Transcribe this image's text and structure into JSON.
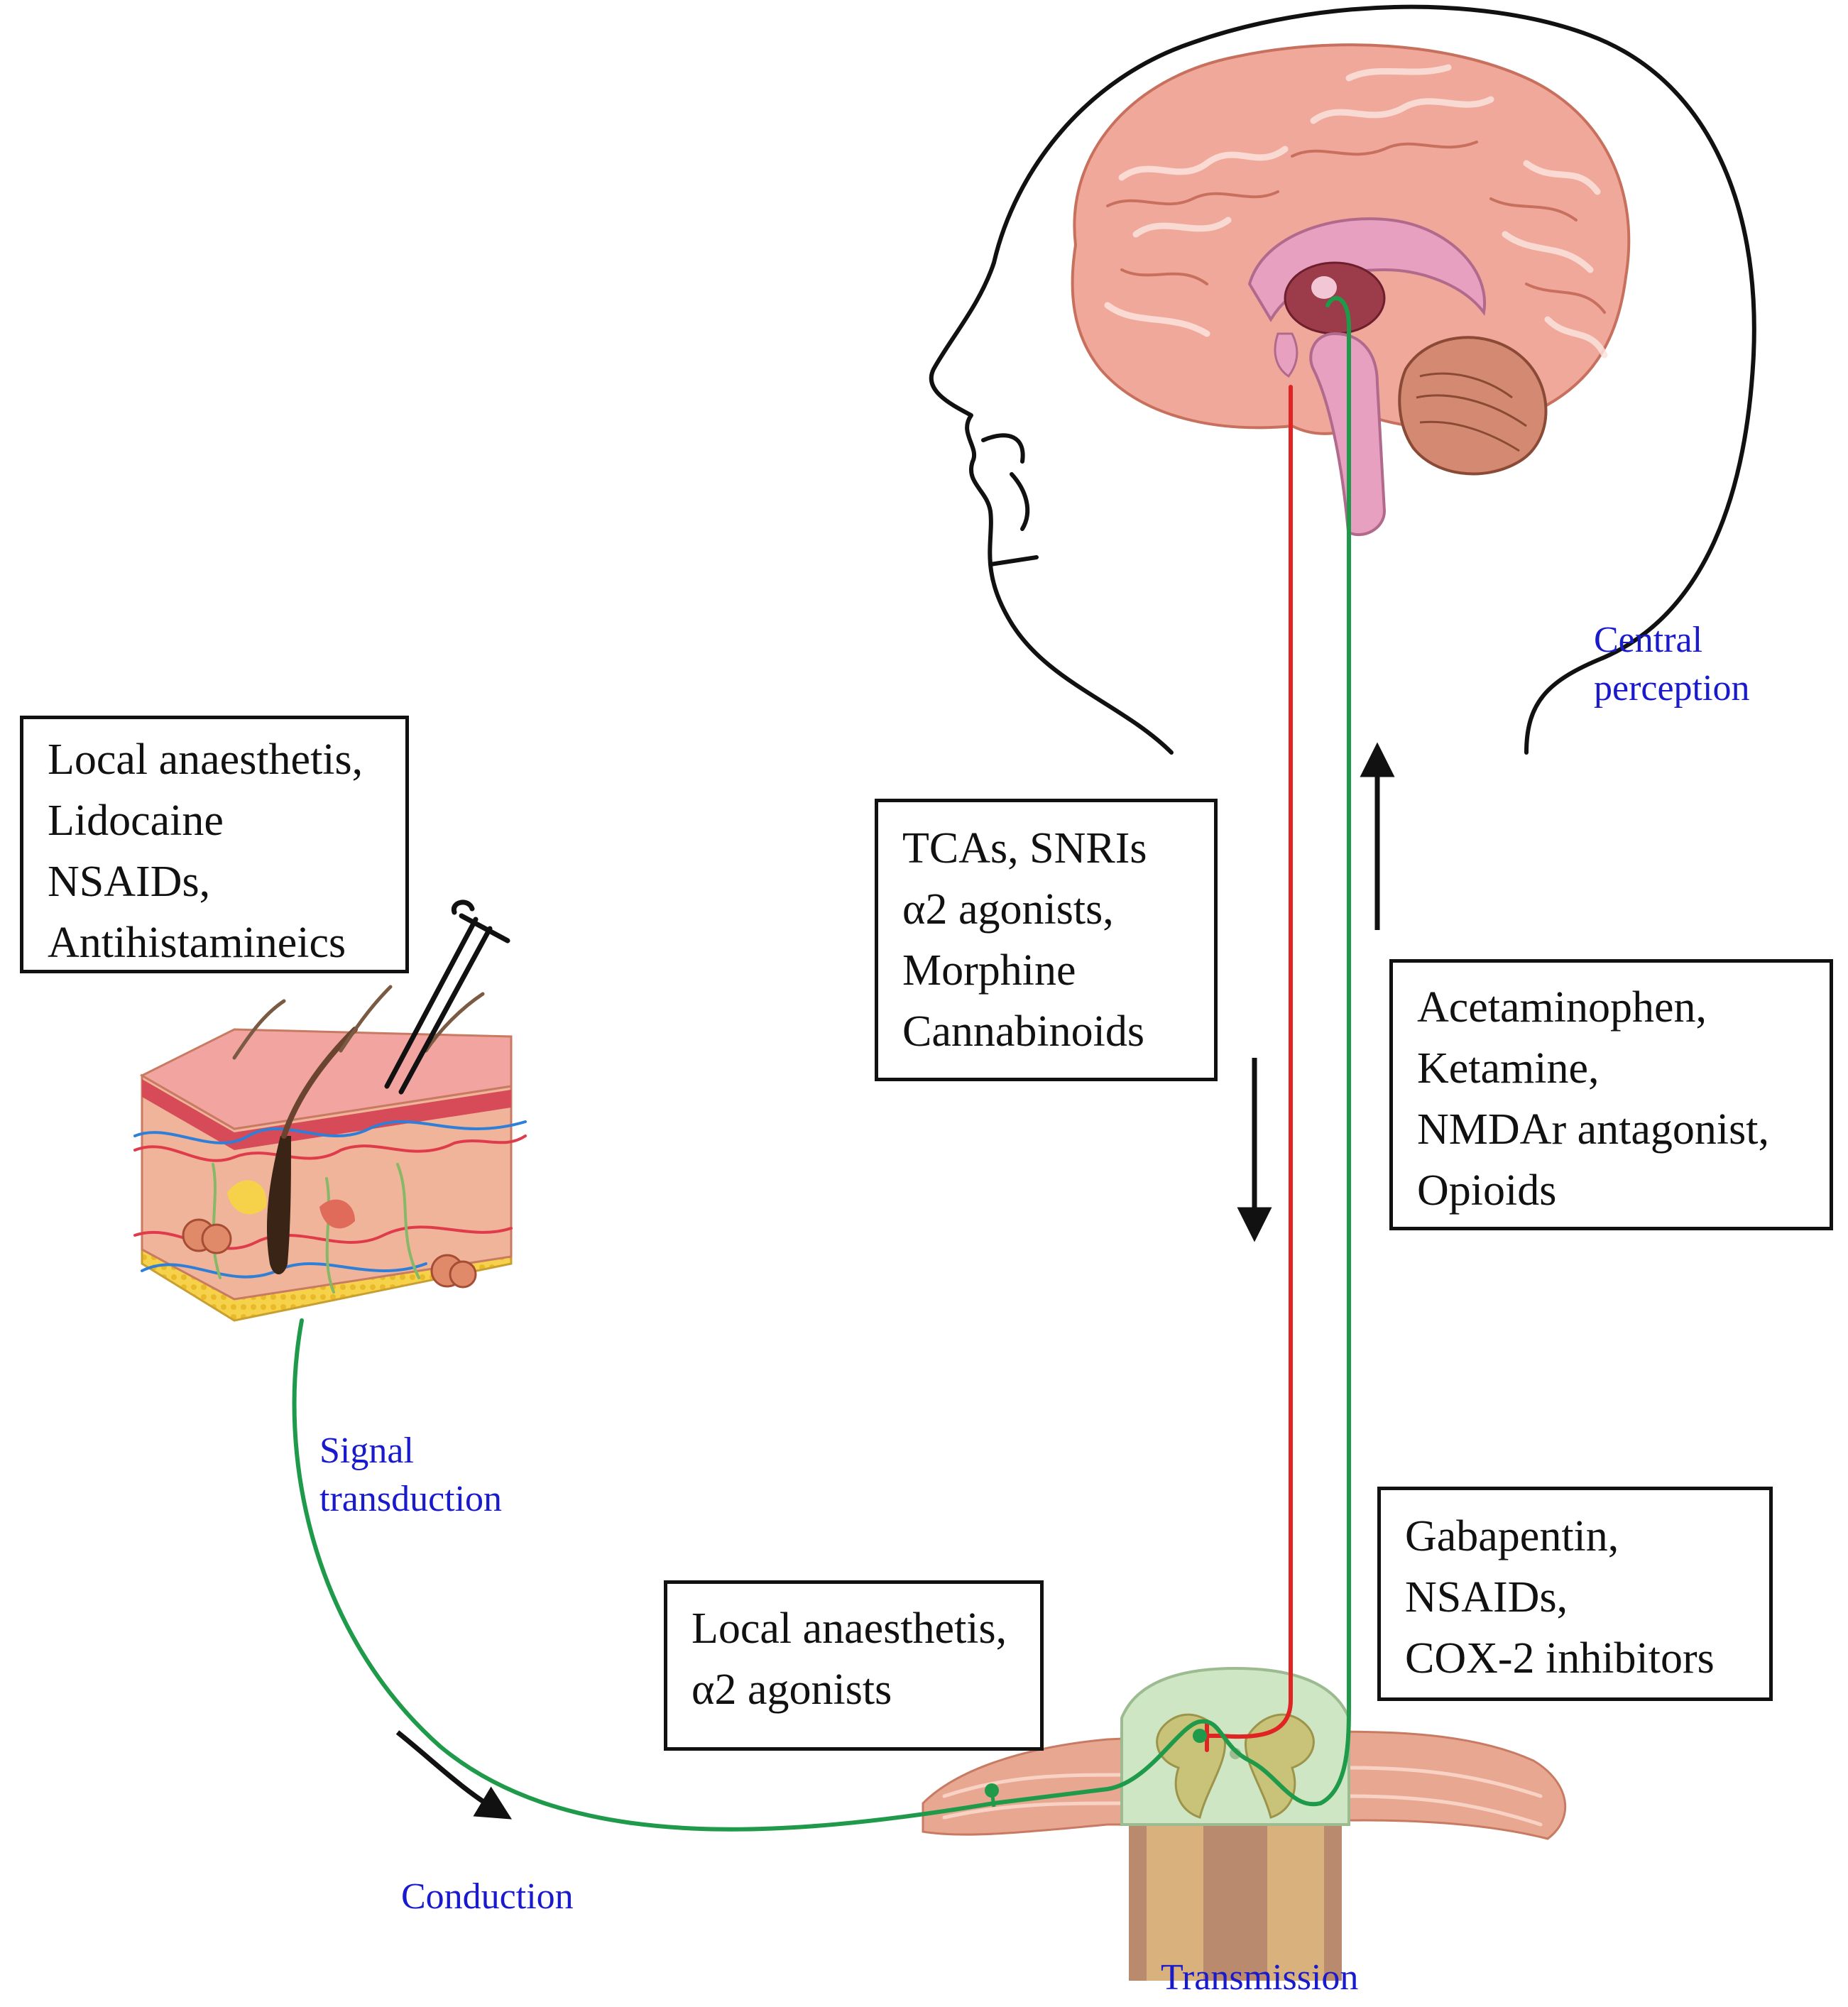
{
  "drug_boxes": {
    "peripheral": {
      "lines": [
        "Local anaesthetis,",
        "Lidocaine",
        "NSAIDs,",
        "Antihistamineics"
      ]
    },
    "descending": {
      "lines": [
        "TCAs, SNRIs",
        "α2 agonists,",
        "Morphine",
        "Cannabinoids"
      ]
    },
    "ascending": {
      "lines": [
        "Acetaminophen,",
        "Ketamine,",
        "NMDAr antagonist,",
        "Opioids"
      ]
    },
    "spinal": {
      "lines": [
        "Gabapentin,",
        "NSAIDs,",
        "COX-2 inhibitors"
      ]
    },
    "conduction": {
      "lines": [
        "Local anaesthetis,",
        "α2 agonists"
      ]
    }
  },
  "stages": {
    "central_perception": {
      "lines": [
        "Central",
        "perception"
      ]
    },
    "signal_transduction": {
      "lines": [
        "Signal",
        "transduction"
      ]
    },
    "conduction": {
      "lines": [
        "Conduction"
      ]
    },
    "transmission": {
      "lines": [
        "Transmission"
      ]
    }
  },
  "colors": {
    "ascending_pathway": "#1f9a4a",
    "descending_pathway": "#e02424",
    "label_text": "#1a1acd",
    "outline": "#111111"
  },
  "icons": [
    "head-outline-icon",
    "brain-icon",
    "skin-block-icon",
    "pin-icon",
    "spinal-cord-icon"
  ]
}
